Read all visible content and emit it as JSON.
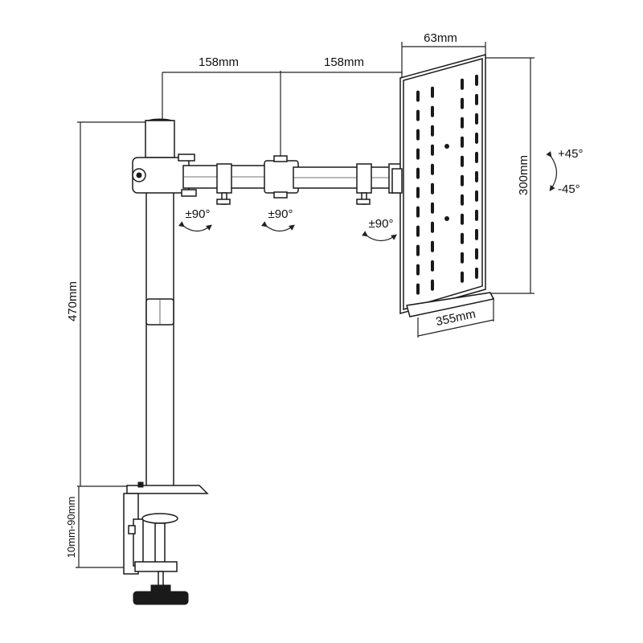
{
  "dimensions": {
    "arm_segment_1": "158mm",
    "arm_segment_2": "158mm",
    "tray_depth": "63mm",
    "tray_height": "300mm",
    "tray_width": "355mm",
    "pole_height": "470mm",
    "clamp_range": "10mm-90mm"
  },
  "rotations": {
    "joint_1": "±90°",
    "joint_2": "±90°",
    "joint_3": "±90°",
    "tilt_up": "+45°",
    "tilt_down": "-45°"
  }
}
